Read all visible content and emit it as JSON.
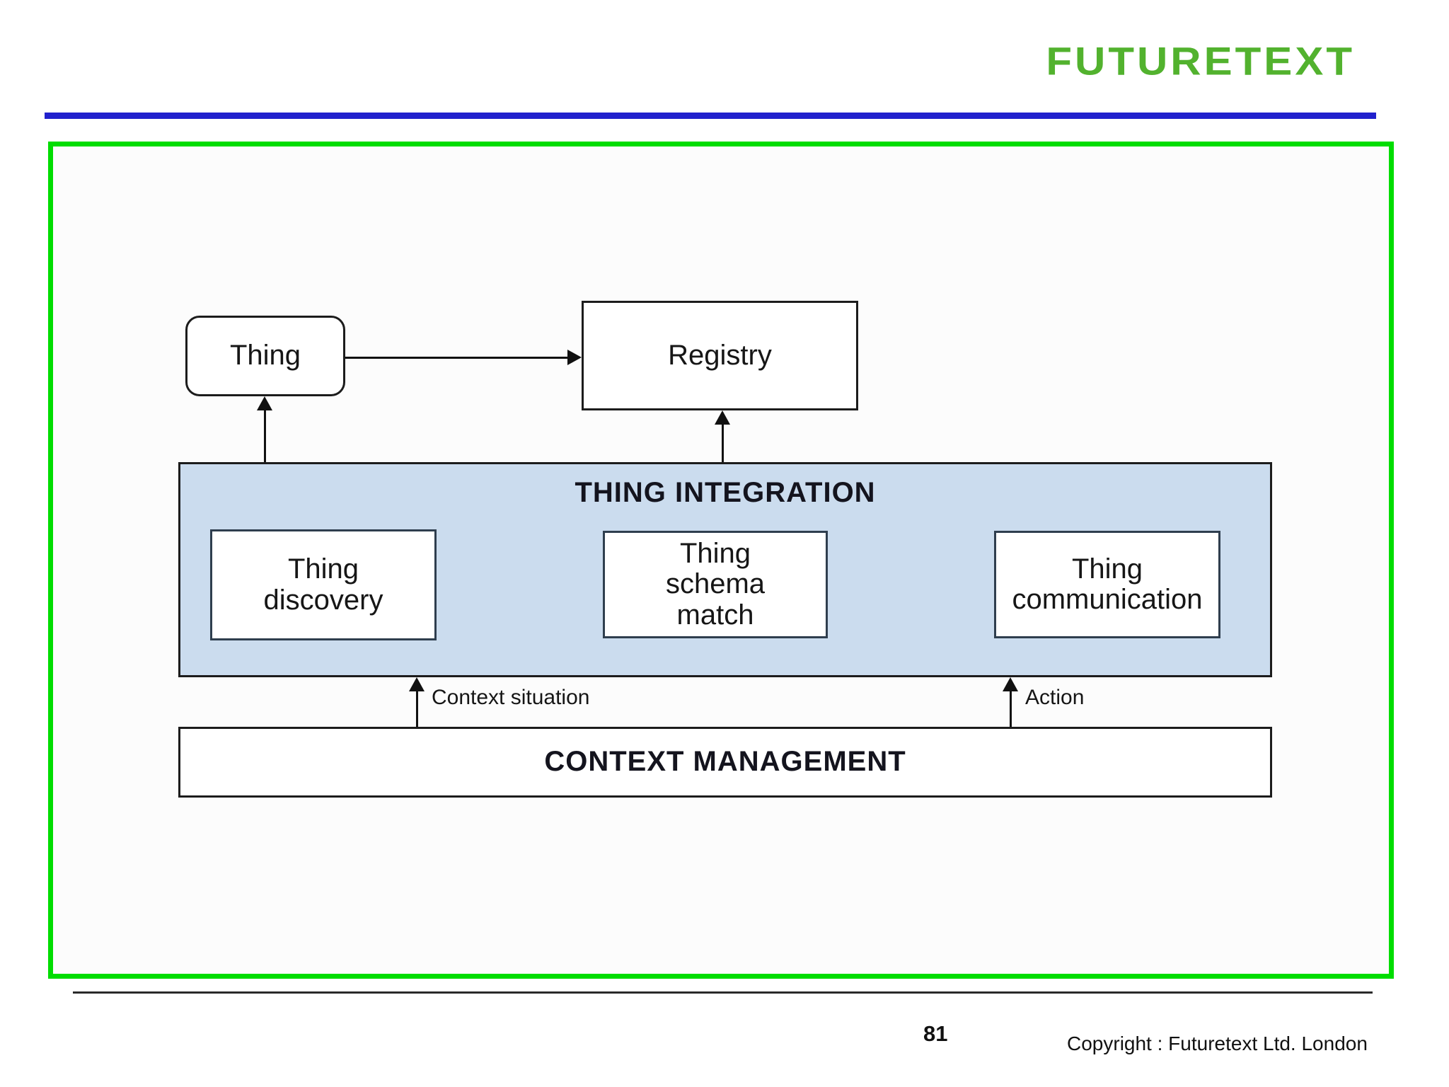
{
  "header": {
    "logo": "FUTURETEXT"
  },
  "diagram": {
    "thing": "Thing",
    "registry": "Registry",
    "integration": {
      "title": "THING INTEGRATION",
      "modules": [
        {
          "label": "Thing\ndiscovery"
        },
        {
          "label": "Thing\nschema\nmatch"
        },
        {
          "label": "Thing\ncommunication"
        }
      ]
    },
    "context_management": "CONTEXT MANAGEMENT",
    "arrows": {
      "context_situation": "Context situation",
      "action": "Action"
    }
  },
  "footer": {
    "page_number": "81",
    "copyright": "Copyright : Futuretext Ltd. London"
  },
  "colors": {
    "logo_green": "#52b22e",
    "frame_green": "#00dd00",
    "rule_blue": "#2121cd",
    "integration_fill": "#cbdcee",
    "box_border": "#1c1c1c"
  }
}
